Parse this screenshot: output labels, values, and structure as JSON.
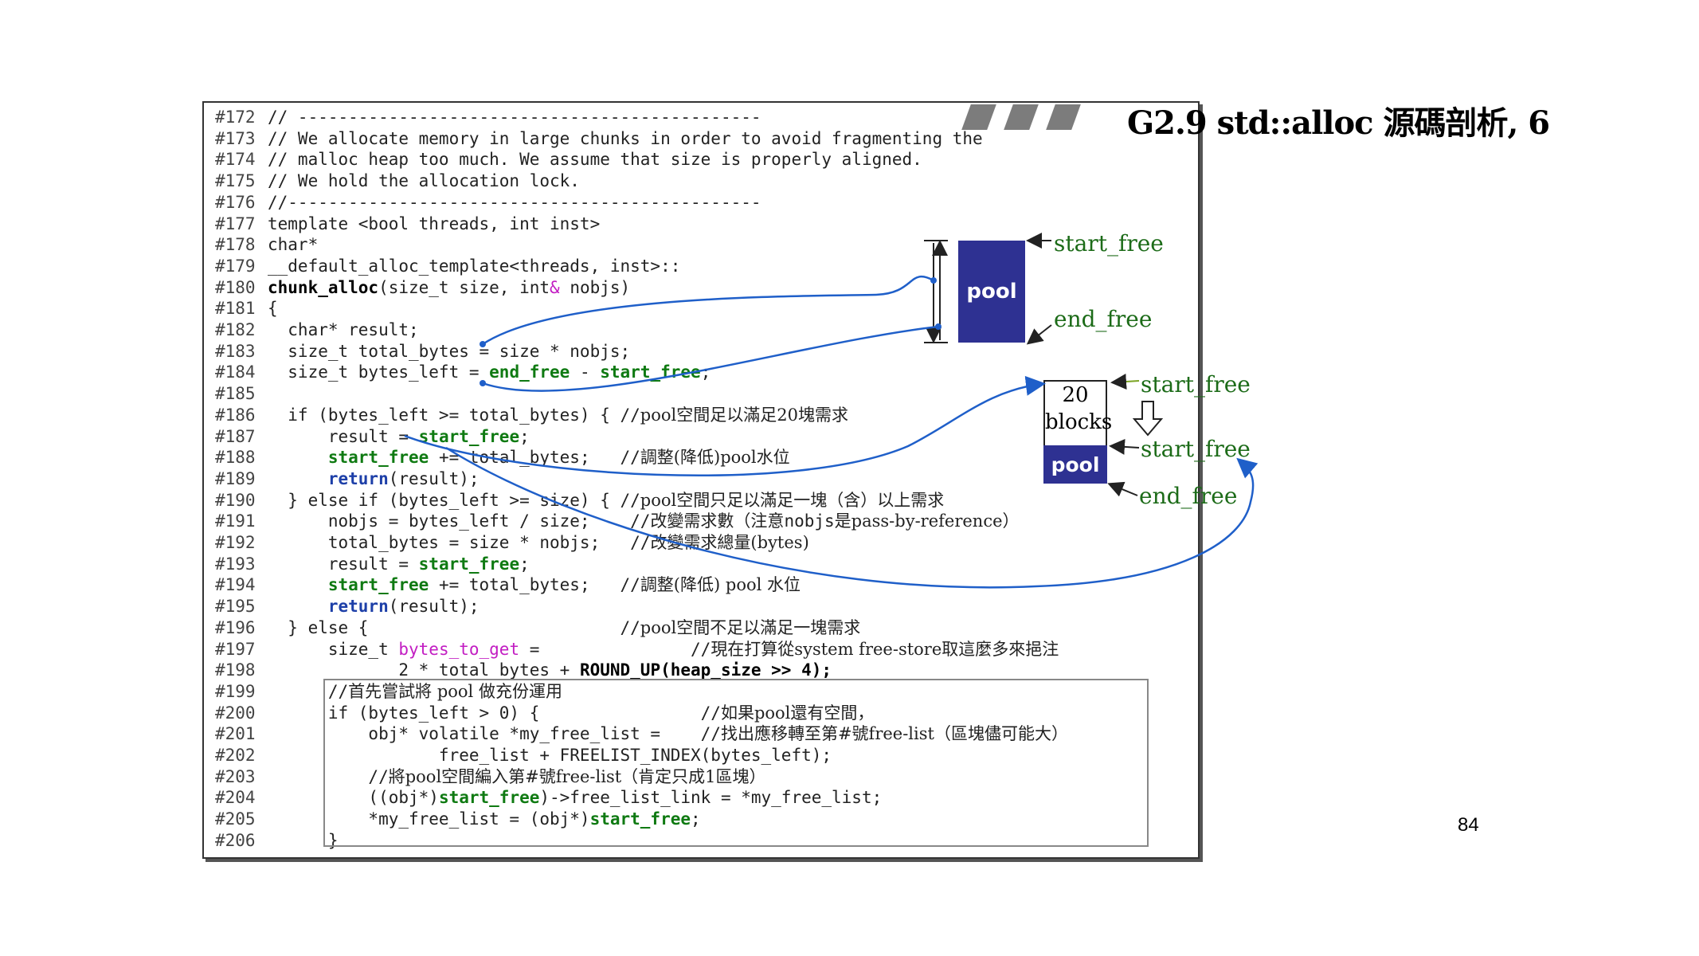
{
  "slide": {
    "title": "G2.9 std::alloc 源碼剖析, 6",
    "page_number": "84"
  },
  "code": {
    "lines": [
      {
        "num": "#172",
        "parts": [
          {
            "t": "// ----------------------------------------------",
            "c": ""
          }
        ]
      },
      {
        "num": "#173",
        "parts": [
          {
            "t": "// We allocate memory in large chunks in order to avoid fragmenting the",
            "c": ""
          }
        ]
      },
      {
        "num": "#174",
        "parts": [
          {
            "t": "// malloc heap too much. We assume that size is properly aligned.",
            "c": ""
          }
        ]
      },
      {
        "num": "#175",
        "parts": [
          {
            "t": "// We hold the allocation lock.",
            "c": ""
          }
        ]
      },
      {
        "num": "#176",
        "parts": [
          {
            "t": "//-----------------------------------------------",
            "c": ""
          }
        ]
      },
      {
        "num": "#177",
        "parts": [
          {
            "t": "template <bool threads, int inst>",
            "c": ""
          }
        ]
      },
      {
        "num": "#178",
        "parts": [
          {
            "t": "char*",
            "c": ""
          }
        ]
      },
      {
        "num": "#179",
        "parts": [
          {
            "t": "__default_alloc_template<threads, inst>::",
            "c": ""
          }
        ]
      },
      {
        "num": "#180",
        "parts": [
          {
            "t": "chunk_alloc",
            "c": "dk"
          },
          {
            "t": "(size_t size, int",
            "c": ""
          },
          {
            "t": "&",
            "c": "pk"
          },
          {
            "t": " nobjs)",
            "c": ""
          }
        ]
      },
      {
        "num": "#181",
        "parts": [
          {
            "t": "{",
            "c": ""
          }
        ]
      },
      {
        "num": "#182",
        "parts": [
          {
            "t": "  char* result;",
            "c": ""
          }
        ]
      },
      {
        "num": "#183",
        "parts": [
          {
            "t": "  size_t total_bytes = size * nobjs;",
            "c": ""
          }
        ]
      },
      {
        "num": "#184",
        "parts": [
          {
            "t": "  size_t bytes_left = ",
            "c": ""
          },
          {
            "t": "end_free",
            "c": "kw"
          },
          {
            "t": " - ",
            "c": ""
          },
          {
            "t": "start_free",
            "c": "kw"
          },
          {
            "t": ";",
            "c": ""
          }
        ]
      },
      {
        "num": "#185",
        "parts": []
      },
      {
        "num": "#186",
        "parts": [
          {
            "t": "  if (bytes_left >= total_bytes) { //",
            "c": ""
          },
          {
            "t": "pool空間足以滿足20塊需求",
            "c": "cn"
          }
        ]
      },
      {
        "num": "#187",
        "parts": [
          {
            "t": "      result = ",
            "c": ""
          },
          {
            "t": "start_free",
            "c": "kw"
          },
          {
            "t": ";",
            "c": ""
          }
        ]
      },
      {
        "num": "#188",
        "parts": [
          {
            "t": "      ",
            "c": ""
          },
          {
            "t": "start_free",
            "c": "kw"
          },
          {
            "t": " += total_bytes;   //",
            "c": ""
          },
          {
            "t": "調整(降低)pool水位",
            "c": "cn"
          }
        ]
      },
      {
        "num": "#189",
        "parts": [
          {
            "t": "      ",
            "c": ""
          },
          {
            "t": "return",
            "c": "kwb"
          },
          {
            "t": "(result);",
            "c": ""
          }
        ]
      },
      {
        "num": "#190",
        "parts": [
          {
            "t": "  } else if (bytes_left >= size) { //",
            "c": ""
          },
          {
            "t": "pool空間只足以滿足一塊（含）以上需求",
            "c": "cn"
          }
        ]
      },
      {
        "num": "#191",
        "parts": [
          {
            "t": "      nobjs = bytes_left / size;    //",
            "c": ""
          },
          {
            "t": "改變需求數（注意",
            "c": "cn"
          },
          {
            "t": "nobjs",
            "c": ""
          },
          {
            "t": "是pass-by-reference）",
            "c": "cn"
          }
        ]
      },
      {
        "num": "#192",
        "parts": [
          {
            "t": "      total_bytes = size * nobjs;   //",
            "c": ""
          },
          {
            "t": "改變需求總量(bytes)",
            "c": "cn"
          }
        ]
      },
      {
        "num": "#193",
        "parts": [
          {
            "t": "      result = ",
            "c": ""
          },
          {
            "t": "start_free",
            "c": "kw"
          },
          {
            "t": ";",
            "c": ""
          }
        ]
      },
      {
        "num": "#194",
        "parts": [
          {
            "t": "      ",
            "c": ""
          },
          {
            "t": "start_free",
            "c": "kw"
          },
          {
            "t": " += total_bytes;   //",
            "c": ""
          },
          {
            "t": "調整(降低) pool 水位",
            "c": "cn"
          }
        ]
      },
      {
        "num": "#195",
        "parts": [
          {
            "t": "      ",
            "c": ""
          },
          {
            "t": "return",
            "c": "kwb"
          },
          {
            "t": "(result);",
            "c": ""
          }
        ]
      },
      {
        "num": "#196",
        "parts": [
          {
            "t": "  } else {                         //",
            "c": ""
          },
          {
            "t": "pool空間不足以滿足一塊需求",
            "c": "cn"
          }
        ]
      },
      {
        "num": "#197",
        "parts": [
          {
            "t": "      size_t ",
            "c": ""
          },
          {
            "t": "bytes_to_get",
            "c": "pk"
          },
          {
            "t": " =               //",
            "c": ""
          },
          {
            "t": "現在打算從system free-store取這麼多來挹注",
            "c": "cn"
          }
        ]
      },
      {
        "num": "#198",
        "parts": [
          {
            "t": "             2 * total_bytes + ",
            "c": ""
          },
          {
            "t": "ROUND_UP(heap_size >> 4);",
            "c": "dk"
          }
        ]
      },
      {
        "num": "#199",
        "parts": [
          {
            "t": "      //",
            "c": ""
          },
          {
            "t": "首先嘗試將 pool 做充份運用",
            "c": "cn"
          }
        ]
      },
      {
        "num": "#200",
        "parts": [
          {
            "t": "      if (bytes_left > 0) {                //",
            "c": ""
          },
          {
            "t": "如果pool還有空間，",
            "c": "cn"
          }
        ]
      },
      {
        "num": "#201",
        "parts": [
          {
            "t": "          obj* volatile *my_free_list =    //",
            "c": ""
          },
          {
            "t": "找出應移轉至第#號free-list（區塊儘可能大）",
            "c": "cn"
          }
        ]
      },
      {
        "num": "#202",
        "parts": [
          {
            "t": "                 free_list + FREELIST_INDEX(bytes_left);",
            "c": ""
          }
        ]
      },
      {
        "num": "#203",
        "parts": [
          {
            "t": "          //",
            "c": ""
          },
          {
            "t": "將pool空間編入第#號free-list（肯定只成1區塊）",
            "c": "cn"
          }
        ]
      },
      {
        "num": "#204",
        "parts": [
          {
            "t": "          ((obj*)",
            "c": ""
          },
          {
            "t": "start_free",
            "c": "kw"
          },
          {
            "t": ")->free_list_link = *my_free_list;",
            "c": ""
          }
        ]
      },
      {
        "num": "#205",
        "parts": [
          {
            "t": "          *my_free_list = (obj*)",
            "c": ""
          },
          {
            "t": "start_free",
            "c": "kw"
          },
          {
            "t": ";",
            "c": ""
          }
        ]
      },
      {
        "num": "#206",
        "parts": [
          {
            "t": "      }",
            "c": ""
          }
        ]
      }
    ]
  },
  "diagram": {
    "pool1": {
      "label": "pool",
      "start_label": "start_free",
      "end_label": "end_free"
    },
    "pool2": {
      "blocks_count": "20",
      "blocks_word": "blocks",
      "label": "pool",
      "start_label_top": "start_free",
      "start_label_bottom": "start_free",
      "end_label": "end_free"
    },
    "colors": {
      "pool": "#2e3192",
      "arrow_blue": "#1f5fc9",
      "label_green": "#1c6b18",
      "keyword_green": "#0f7a12",
      "keyword_blue": "#1d3fa8",
      "keyword_pink": "#c21dc2"
    }
  }
}
